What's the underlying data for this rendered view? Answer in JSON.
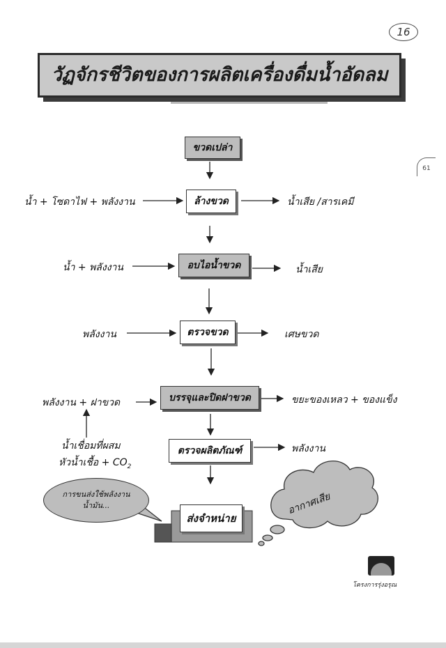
{
  "page_number": "16",
  "side_mark": "61",
  "title": "วัฏจักรชีวิตของการผลิตเครื่องดื่มน้ำอัดลม",
  "steps": {
    "empty_bottle": "ขวดเปล่า",
    "wash_bottle": "ล้างขวด",
    "steam_bottle": "อบไอน้ำขวด",
    "inspect_bottle": "ตรวจขวด",
    "fill_cap": "บรรจุและปิดฝาขวด",
    "inspect_product": "ตรวจผลิตภัณฑ์",
    "distribute": "ส่งจำหน่าย"
  },
  "inputs": {
    "wash": "น้ำ + โซดาไฟ + พลังงาน",
    "steam": "น้ำ + พลังงาน",
    "inspect": "พลังงาน",
    "fill": "พลังงาน + ฝาขวด",
    "syrup_line1": "น้ำเชื่อมที่ผสม",
    "syrup_line2": "หัวน้ำเชื้อ + CO",
    "syrup_sub": "2"
  },
  "outputs": {
    "wash": "น้ำเสีย /สารเคมี",
    "steam": "น้ำเสีย",
    "inspect": "เศษขวด",
    "fill": "ขยะของเหลว + ของแข็ง",
    "inspect_product": "พลังงาน"
  },
  "speech_bubble": "การขนส่งใช้พลังงานน้ำมัน...",
  "thought_cloud": "อากาศเสีย",
  "logo_caption": "โครงการรุ่งอรุณ"
}
